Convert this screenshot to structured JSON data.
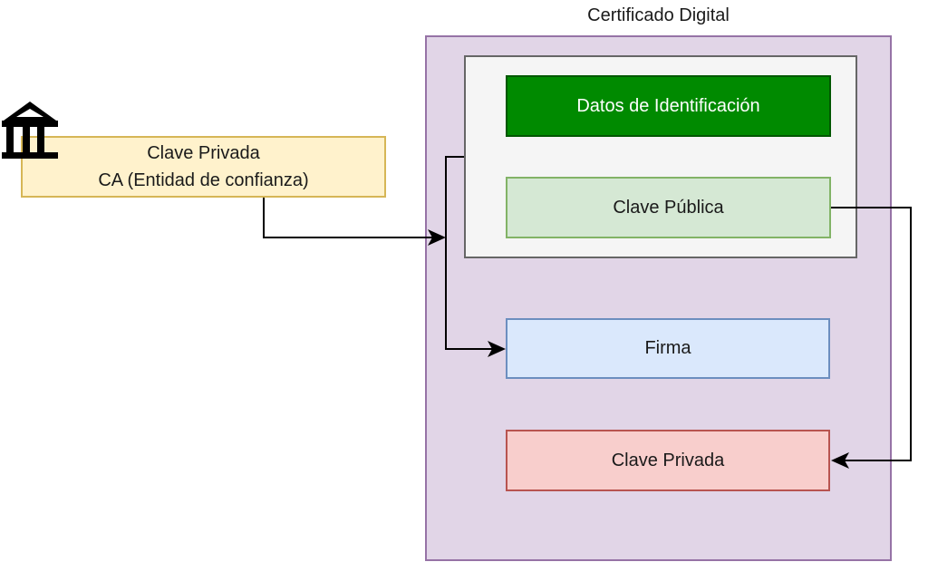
{
  "diagram": {
    "container_title": "Certificado Digital",
    "nodes": {
      "datos": "Datos de Identificación",
      "clave_publica": "Clave Pública",
      "firma": "Firma",
      "clave_privada": "Clave Privada",
      "ca_line1": "Clave Privada",
      "ca_line2": "CA (Entidad de confianza)"
    },
    "icons": {
      "ca_icon": "bank-building-icon"
    },
    "edges": [
      {
        "from": "ca",
        "to": "certificate-inner-group"
      },
      {
        "from": "certificate-inner-group",
        "to": "firma"
      },
      {
        "from": "clave_publica",
        "to": "clave_privada"
      }
    ],
    "colors": {
      "container_fill": "#e1d5e7",
      "container_stroke": "#9673a6",
      "datos_fill": "#008a00",
      "publica_fill": "#d5e8d4",
      "firma_fill": "#dae8fc",
      "privada_fill": "#f8cecc",
      "ca_fill": "#fff2cc"
    }
  }
}
